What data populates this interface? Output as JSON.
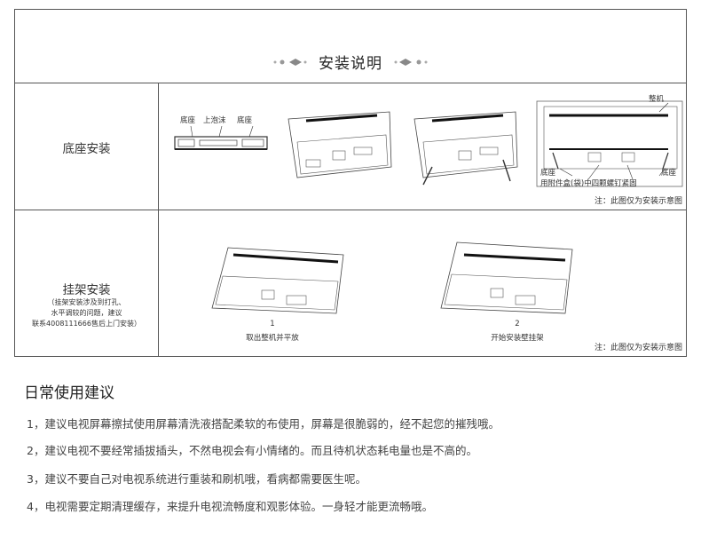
{
  "header": {
    "title": "安装说明"
  },
  "base_install": {
    "label": "底座安装",
    "callouts": {
      "base_left": "底座",
      "foam": "上泡沫",
      "base_right": "底座",
      "whole_unit": "整机",
      "base_a": "底座",
      "base_b": "底座",
      "screw_note": "用附件盒(袋)中四颗螺钉紧固"
    },
    "note": "注：此图仅为安装示意图"
  },
  "wall_install": {
    "label": "挂架安装",
    "sub_note_lines": [
      "（挂架安装涉及到打孔、",
      "水平调较的问题，建议",
      "联系4008111666售后上门安装）"
    ],
    "steps": [
      {
        "num": "1",
        "text": "取出整机并平放"
      },
      {
        "num": "2",
        "text": "开始安装壁挂架"
      }
    ],
    "note": "注：此图仅为安装示意图"
  },
  "daily_tips": {
    "title": "日常使用建议",
    "items": [
      "1，建议电视屏幕擦拭使用屏幕清洗液搭配柔软的布使用，屏幕是很脆弱的，经不起您的摧残哦。",
      "2，建议电视不要经常插拔插头，不然电视会有小情绪的。而且待机状态耗电量也是不高的。",
      "3，建议不要自己对电视系统进行重装和刷机哦，看病都需要医生呢。",
      "4，电视需要定期清理缓存，来提升电视流畅度和观影体验。一身轻才能更流畅哦。"
    ]
  },
  "colors": {
    "border": "#555555",
    "text": "#333333",
    "ornament": "#999999"
  },
  "icons": [
    "ornament-left-icon",
    "ornament-right-icon"
  ]
}
